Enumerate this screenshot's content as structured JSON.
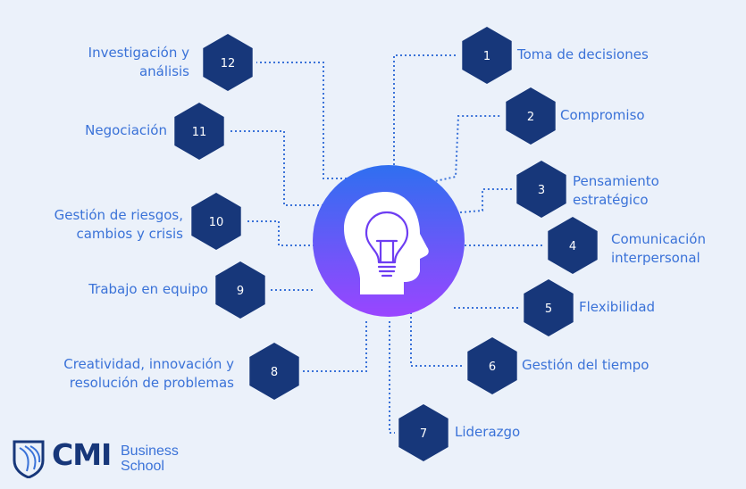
{
  "center": {
    "icon": "head-lightbulb-icon"
  },
  "colors": {
    "background": "#ebf1fa",
    "hex": "#17377a",
    "label": "#3a72d8",
    "connector": "#3a72d8",
    "circle_top": "#2f6ff0",
    "circle_bottom": "#9a45ff"
  },
  "items": [
    {
      "number": "1",
      "lines": [
        "Toma de decisiones"
      ]
    },
    {
      "number": "2",
      "lines": [
        "Compromiso"
      ]
    },
    {
      "number": "3",
      "lines": [
        "Pensamiento",
        "estratégico"
      ]
    },
    {
      "number": "4",
      "lines": [
        "Comunicación",
        "interpersonal"
      ]
    },
    {
      "number": "5",
      "lines": [
        "Flexibilidad"
      ]
    },
    {
      "number": "6",
      "lines": [
        "Gestión del tiempo"
      ]
    },
    {
      "number": "7",
      "lines": [
        "Liderazgo"
      ]
    },
    {
      "number": "8",
      "lines": [
        "Creatividad, innovación y",
        "resolución de problemas"
      ]
    },
    {
      "number": "9",
      "lines": [
        "Trabajo en equipo"
      ]
    },
    {
      "number": "10",
      "lines": [
        "Gestión de riesgos,",
        "cambios y crisis"
      ]
    },
    {
      "number": "11",
      "lines": [
        "Negociación"
      ]
    },
    {
      "number": "12",
      "lines": [
        "Investigación y",
        "análisis"
      ]
    }
  ],
  "logo": {
    "brand": "CMI",
    "line1": "Business",
    "line2": "School",
    "icon": "shield-logo-icon"
  }
}
